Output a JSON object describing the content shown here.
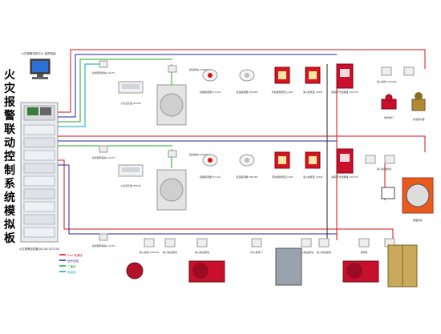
{
  "title_chars": [
    "火",
    "灾",
    "报",
    "警",
    "联",
    "动",
    "控",
    "制",
    "系",
    "统",
    "模",
    "拟",
    "板"
  ],
  "computer_label": "火灾报警控制中心 监视电脑",
  "controller_label": "火灾报警控制器 JB-QB-GST200",
  "legend": [
    {
      "text": "24V 电源线",
      "color": "#d11"
    },
    {
      "text": "信号总线",
      "color": "#22a"
    },
    {
      "text": "广播线",
      "color": "#2a2"
    },
    {
      "text": "电话线",
      "color": "#0aa"
    }
  ],
  "rows": [
    {
      "module_label": "总线隔离模块 LA179",
      "display_label": "火灾显示盘 ZF500",
      "speaker_label": "输出模块 LD6800C",
      "devices": [
        {
          "name": "感烟探测器 JTY-GD",
          "kind": "smoke"
        },
        {
          "name": "感温探测器 JTW-ZD",
          "kind": "heat"
        },
        {
          "name": "手动报警按钮 J-SAP",
          "kind": "manual"
        },
        {
          "name": "消火栓按钮 J-SAM",
          "kind": "hydrant"
        },
        {
          "name": "编码声光警报器 GST-HX",
          "kind": "alarm"
        }
      ],
      "extra_label": "输入模块 LD4400",
      "valve_label": "信号阀门",
      "flow_label": "水流指示器"
    },
    {
      "module_label": "总线隔离模块 LA179",
      "display_label": "火灾显示盘 ZF500",
      "speaker_label": "输出模块 LD6800C",
      "devices": [
        {
          "name": "感烟探测器 JTY-GD",
          "kind": "smoke"
        },
        {
          "name": "感温探测器 JTW-ZD",
          "kind": "heat"
        },
        {
          "name": "手动报警按钮 J-SAP",
          "kind": "manual"
        },
        {
          "name": "消火栓按钮 J-SAM",
          "kind": "hydrant"
        },
        {
          "name": "编码声光警报器 GST-HX",
          "kind": "alarm"
        }
      ],
      "extra_label": "输入输出模块",
      "fan_label": "排烟风机"
    }
  ],
  "bottom": {
    "module_label": "总线隔离模块 LA179",
    "items": [
      "输入模块 LD4400",
      "输入输出模块",
      "输入输出模块",
      "防火卷帘门",
      "输入输出模块",
      "输入输出模块",
      "消防泵",
      "电梯"
    ]
  }
}
